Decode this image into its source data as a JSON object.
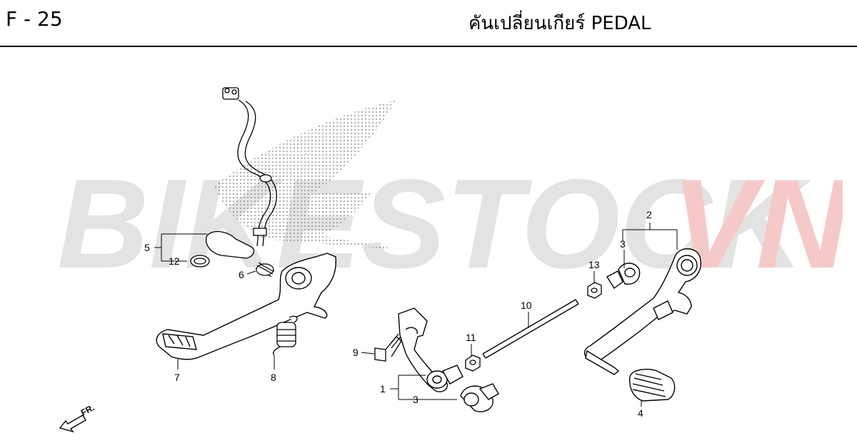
{
  "header": {
    "code": "F - 25",
    "title": "คันเปลี่ยนเกียร์  PEDAL"
  },
  "watermark": {
    "part1": "BIKESTOCK",
    "part2": "VN",
    "color1": "#e3e3e3",
    "color2": "#f6c9c9"
  },
  "callouts": [
    "1",
    "2",
    "3",
    "3",
    "4",
    "5",
    "6",
    "7",
    "8",
    "9",
    "10",
    "11",
    "12",
    "13"
  ],
  "direction_label": "FR."
}
